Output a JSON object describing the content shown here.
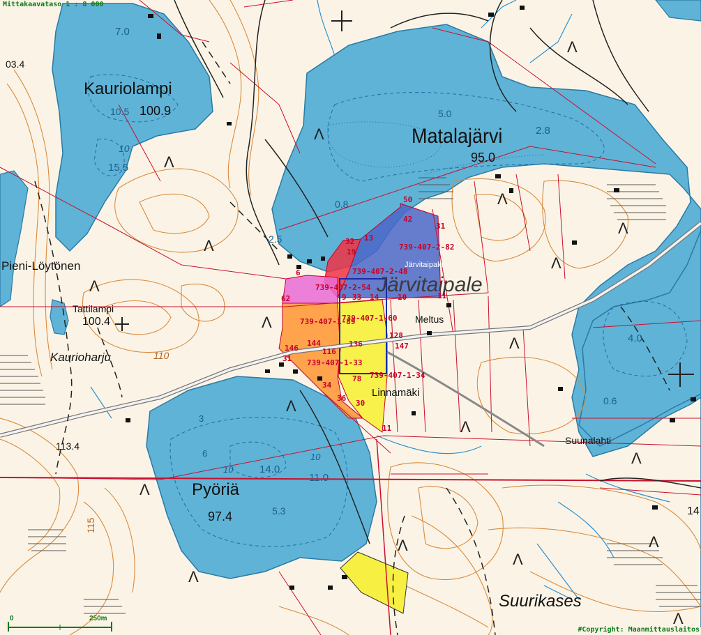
{
  "header": {
    "scale_label": "Mittakaavataso 1 : 8 000",
    "corner_value": "03.4"
  },
  "copyright": "#Copyright: Maanmittauslaitos",
  "scalebar": {
    "zero": "0",
    "end": "250m"
  },
  "lakes": {
    "kauriolampi": {
      "name": "Kauriolampi",
      "elevation": "100.9",
      "depths": [
        "7.0",
        "10.5",
        "15.5",
        "10"
      ]
    },
    "matalajarvi": {
      "name": "Matalajärvi",
      "elevation": "95.0",
      "depths": [
        "5.0",
        "2.8",
        "0.8",
        "2.5",
        "4.0",
        "0.6"
      ]
    },
    "pyoria": {
      "name": "Pyöriä",
      "elevation": "97.4",
      "depths": [
        "14.0",
        "11.0",
        "5.3",
        "10",
        "10",
        "3",
        "6"
      ]
    },
    "tattilampi": {
      "name": "Tattilampi",
      "elevation": "100.4"
    }
  },
  "places": {
    "pieni_loytonen": "Pieni-Löytönen",
    "kaurioharju": "Kaurioharju",
    "jarvitaipale": "Järvitaipale",
    "jarvitaipale_small": "Järvitaipale",
    "meltus": "Meltus",
    "linnamaki": "Linnamäki",
    "suunalahti": "Suunalahti",
    "suurikases": "Suurikases"
  },
  "elevations": {
    "e113": "113.4",
    "e110": "110",
    "e115": "115",
    "e03": "03.4",
    "e14": "14"
  },
  "parcels": {
    "p82": "739-407-2-82",
    "p48": "739-407-2-48",
    "p54": "739-407-2-54",
    "p89": "739-407-1-89",
    "p134": "739-407-1-34",
    "p160": "739-407-1-60",
    "p33": "739-407-1-33"
  },
  "parcel_numbers": [
    "50",
    "42",
    "31",
    "32",
    "13",
    "19",
    "62",
    "9",
    "33",
    "14",
    "10",
    "11",
    "146",
    "144",
    "31",
    "116",
    "136",
    "128",
    "147",
    "34",
    "36",
    "30",
    "11",
    "78",
    "6"
  ]
}
